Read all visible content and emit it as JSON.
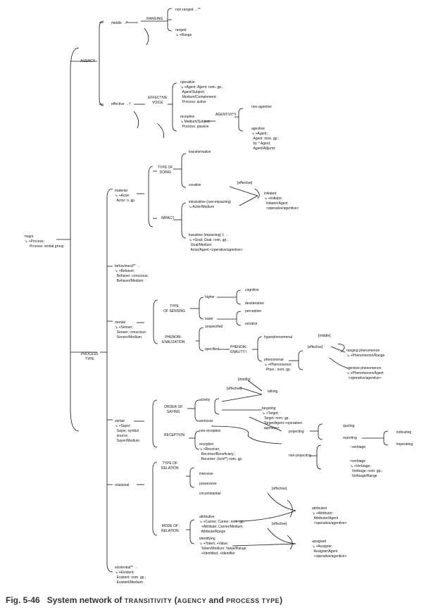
{
  "network": {
    "major": "major\n↘ +Process;\n     Process: verbal group",
    "agency": "AGENCY",
    "middle": "middle →*",
    "ranging": "RANGING",
    "non_ranged": "non-ranged →**",
    "ranged": "ranged\n↘ +Range",
    "effective": "effective →†",
    "effective_voice": "EFFECTIVE\nVOICE",
    "operative": "operative\n↘ +Agent; Agent: nom. gp.;\n  Agent/Subject;\n  Medium/Complement;\n  Process: active",
    "receptive": "receptive\n↘ Medium/Subject;\n  Process: passive",
    "agentivity": "AGENTIVITY",
    "non_agentive": "non-agentive",
    "agentive": "agentive\n↘ +Agent;\n  Agent: nom. gp.;\n  by ^ Agent;\n  Agent/Adjunct",
    "process_type": "PROCESS\nTYPE",
    "material": "material\n↘ +Actor;\n  Actor: n. gp.",
    "type_of_doing": "TYPE OF\nDOING",
    "transformative": "transformative",
    "creative": "creative",
    "impact": "IMPACT",
    "intransitive": "intransitive (non-impacting)\n↘ Actor/Medium",
    "effective_tag": "[effective]",
    "initiated": "initiated\n↘ +Initiator;\n  Initiator/Agent\n  <operative/agentive>",
    "transitive": "transitive (impacting) ‡ →\n↘ +Goal; Goal: nom. gp.;\n  Goal/Medium\n  Actor/Agent <operative/agentive>",
    "behavioural": "behavioural** →\n↘ +Behaver;\n  Behaver: conscious;\n  Behaver/Medium",
    "mental": "mental\n↘ +Senser;\n  Senser; conscious;\n  Senser/Medium",
    "type_of_sensing": "TYPE\nOF SENSING",
    "higher": "higher",
    "cognitive": "cognitive",
    "desiderative": "desiderative",
    "lower": "lower",
    "perceptive": "perceptive",
    "emotive": "emotive",
    "phenomenalization": "PHENOM-\nENALIZATION",
    "unspecified": "unspecified",
    "specified": "specified",
    "phenomenality": "PHENOM-\nENALITY I",
    "hyperphenomenal": "hyperphenomenal",
    "middle_tag": "[middle]",
    "effective_tag2": "[effective]",
    "phenomenal": "phenomenal\n↘ +Phenomenon;\n  Phen.: nom. gp.",
    "ranging_phenomenon": "ranging phenomenon\n↘ +Phenomenon/Range",
    "agentive_phenomenon": "agentive phenomenon\n↘ +Phenomenon/Agent\n  <operative/agentive>",
    "verbal": "verbal\n↘ +Sayer;\n  Sayer, symbol\n  source;\n  Sayer/Medium",
    "order_of_saying": "ORDER OF\nSAYING",
    "activity": "activity",
    "middle_tag3": "[middle]",
    "effective_tag3": "[effective]",
    "talking": "talking",
    "targeting": "targeting\n↘ +Target;\n  Target: nom. gp.\n  Target/Agent <operative/\n  agentive>",
    "semiosis": "semiosis",
    "projecting": "projecting",
    "quoting": "quoting",
    "reporting": "reporting",
    "indicating": "indicating",
    "imperating": "imperating",
    "reception": "RECEPTION",
    "non_reception": "non-reception",
    "reception_opt": "reception\n↘ +Receiver;\n  Receiver/Beneficiary;\n  Receiver: (to/of^) nom. gp.",
    "non_projecting": "non-projecting",
    "neg_verbiage": "−verbiage",
    "verbiage": "+verbiage\n↘ +Verbiage;\n  Verbiage: nom. gp.;\n  Verbiage/Range",
    "relational": "relational",
    "type_of_relation": "TYPE OF\nRELATION",
    "intensive": "intensive",
    "possessive": "possessive",
    "circumstantial": "circumstantial",
    "mode_of_relation": "MODE OF\nRELATION",
    "attributive": "attributive\n↘ +Carrier; Carrier: nom. gp.;\n  +Attribute; Carrier/Medium;\n  Attribute/Range",
    "identifying": "identifying\n↘ +Token; +Value;\n  Token/Medium; Value/Range;\n  +Identified; +Identifier",
    "effective_tag4": "[effective]",
    "attributed": "attributed\n↘ +Attributor;\n  Attributor/Agent\n  <operative/agentive>",
    "effective_tag5": "[effective]",
    "assigned": "assigned\n↘ +Assigner;\n  Assigner/Agent\n  <operative/agentive>",
    "existential": "existential** →\n↘ +Existent;\n  Existent: nom. gp.;\n  Existent/Medium"
  },
  "caption": {
    "fig": "Fig. 5-46",
    "pre": "System network of ",
    "sc1": "TRANSITIVITY",
    "mid": " (",
    "sc2": "AGENCY",
    "and": " and ",
    "sc3": "PROCESS TYPE",
    "end": ")"
  }
}
